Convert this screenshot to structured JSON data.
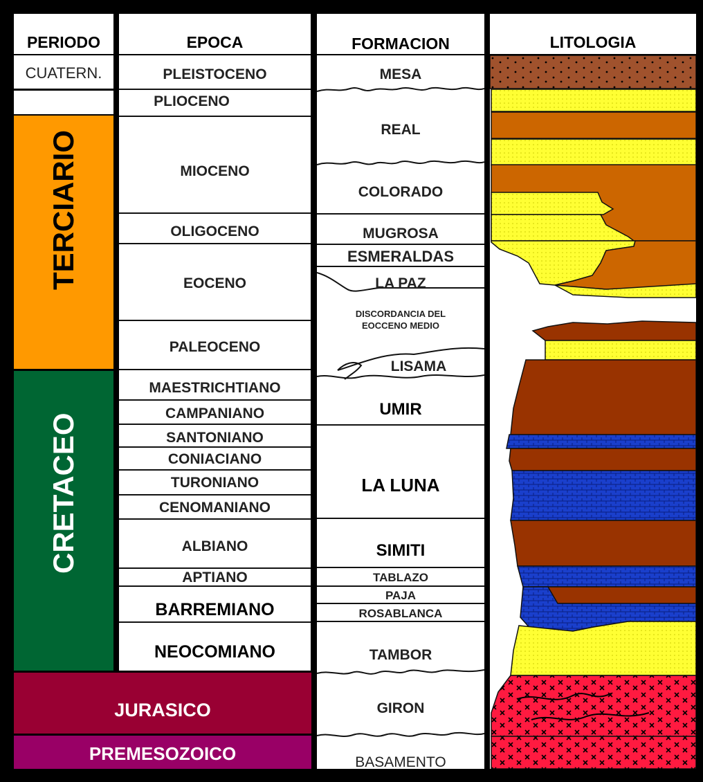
{
  "headers": {
    "periodo": "PERIODO",
    "epoca": "EPOCA",
    "formacion": "FORMACION",
    "litologia": "LITOLOGIA"
  },
  "periods": {
    "cuaternario": "CUATERN.",
    "terciario": "TERCIARIO",
    "cretaceo": "CRETACEO",
    "jurasico": "JURASICO",
    "premesozoico": "PREMESOZOICO"
  },
  "epochs": {
    "pleistoceno": "PLEISTOCENO",
    "plioceno": "PLIOCENO",
    "mioceno": "MIOCENO",
    "oligoceno": "OLIGOCENO",
    "eoceno": "EOCENO",
    "paleoceno": "PALEOCENO",
    "maestrichtiano": "MAESTRICHTIANO",
    "campaniano": "CAMPANIANO",
    "santoniano": "SANTONIANO",
    "coniaciano": "CONIACIANO",
    "turoniano": "TURONIANO",
    "cenomaniano": "CENOMANIANO",
    "albiano": "ALBIANO",
    "aptiano": "APTIANO",
    "barremiano": "BARREMIANO",
    "neocomiano": "NEOCOMIANO"
  },
  "formations": {
    "mesa": "MESA",
    "real": "REAL",
    "colorado": "COLORADO",
    "mugrosa": "MUGROSA",
    "esmeraldas": "ESMERALDAS",
    "lapaz": "LA PAZ",
    "discordancia_1": "DISCORDANCIA DEL",
    "discordancia_2": "EOCCENO MEDIO",
    "lisama": "LISAMA",
    "umir": "UMIR",
    "laluna": "LA LUNA",
    "simiti": "SIMITI",
    "tablazo": "TABLAZO",
    "paja": "PAJA",
    "rosablanca": "ROSABLANCA",
    "tambor": "TAMBOR",
    "giron": "GIRON",
    "basamento": "BASAMENTO"
  },
  "colors": {
    "terciario": "#FF9900",
    "cretaceo": "#006633",
    "jurasico": "#990033",
    "premesozoico": "#990066",
    "sand_yellow": "#FFFF33",
    "shale_brown": "#CC6600",
    "shale_darkbrown": "#993300",
    "limestone_blue": "#1A3FCC",
    "red_beds": "#FF1A40"
  }
}
